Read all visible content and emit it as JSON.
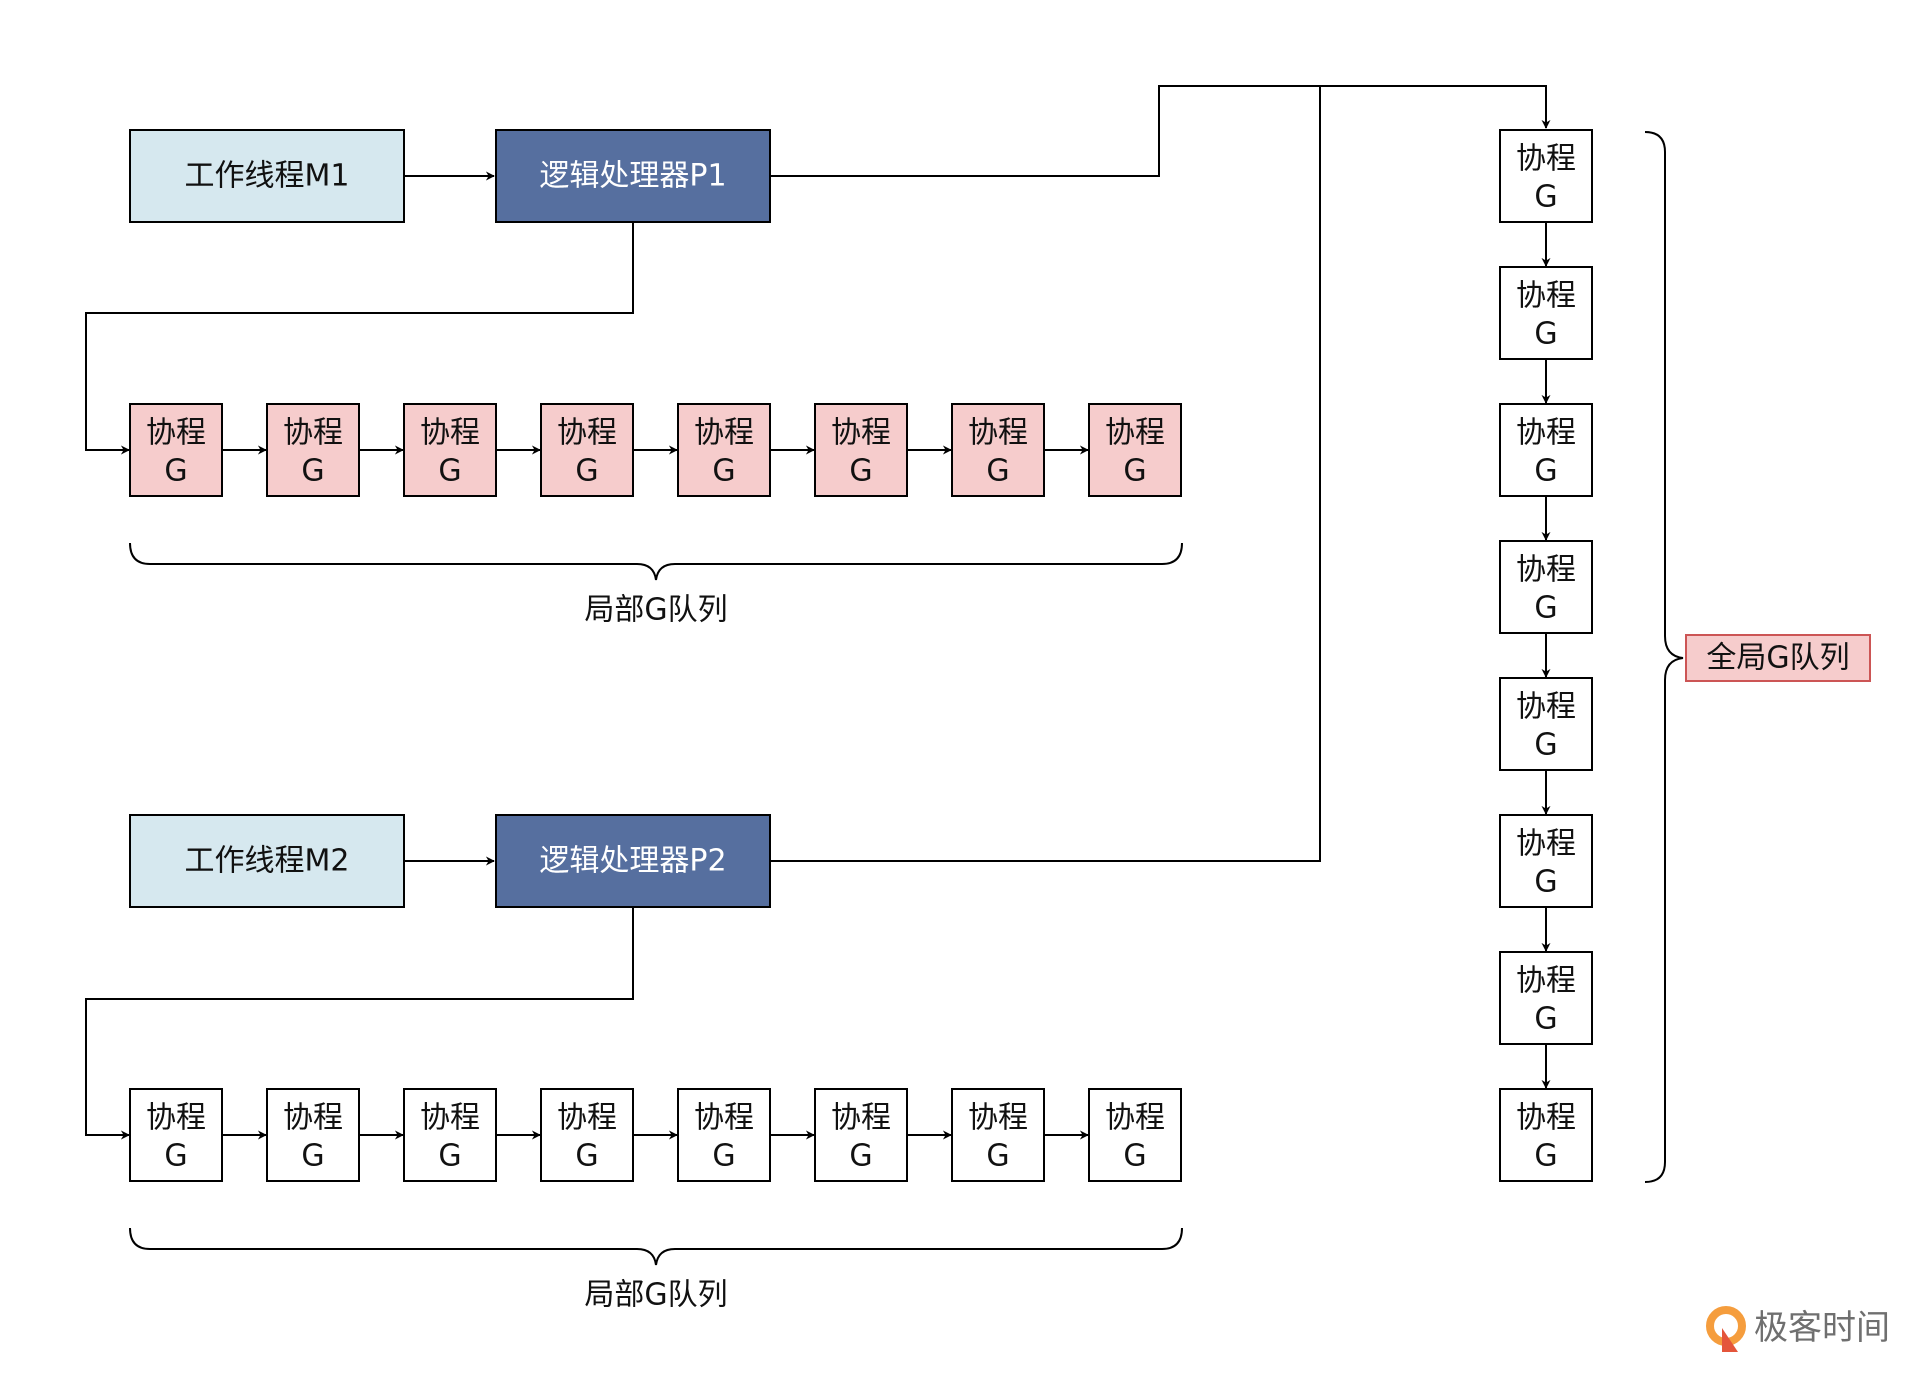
{
  "worker_m1": "工作线程M1",
  "processor_p1": "逻辑处理器P1",
  "worker_m2": "工作线程M2",
  "processor_p2": "逻辑处理器P2",
  "goroutine": {
    "line1": "协程",
    "line2": "G"
  },
  "local_queue_label": "局部G队列",
  "global_queue_label": "全局G队列",
  "logo_text": "极客时间",
  "local_queue_lengths": [
    8,
    8
  ],
  "global_queue_length": 8,
  "colors": {
    "worker_fill": "#d6e8ef",
    "processor_fill": "#566f9f",
    "local_g_red_fill": "#f6cccc",
    "local_g_white_fill": "#ffffff",
    "global_label_fill": "#f6cccc",
    "global_label_stroke": "#cc5555",
    "stroke": "#000000",
    "logo_orange": "#f59d3d",
    "logo_red": "#e4553b",
    "logo_gray": "#6f6f6f"
  }
}
